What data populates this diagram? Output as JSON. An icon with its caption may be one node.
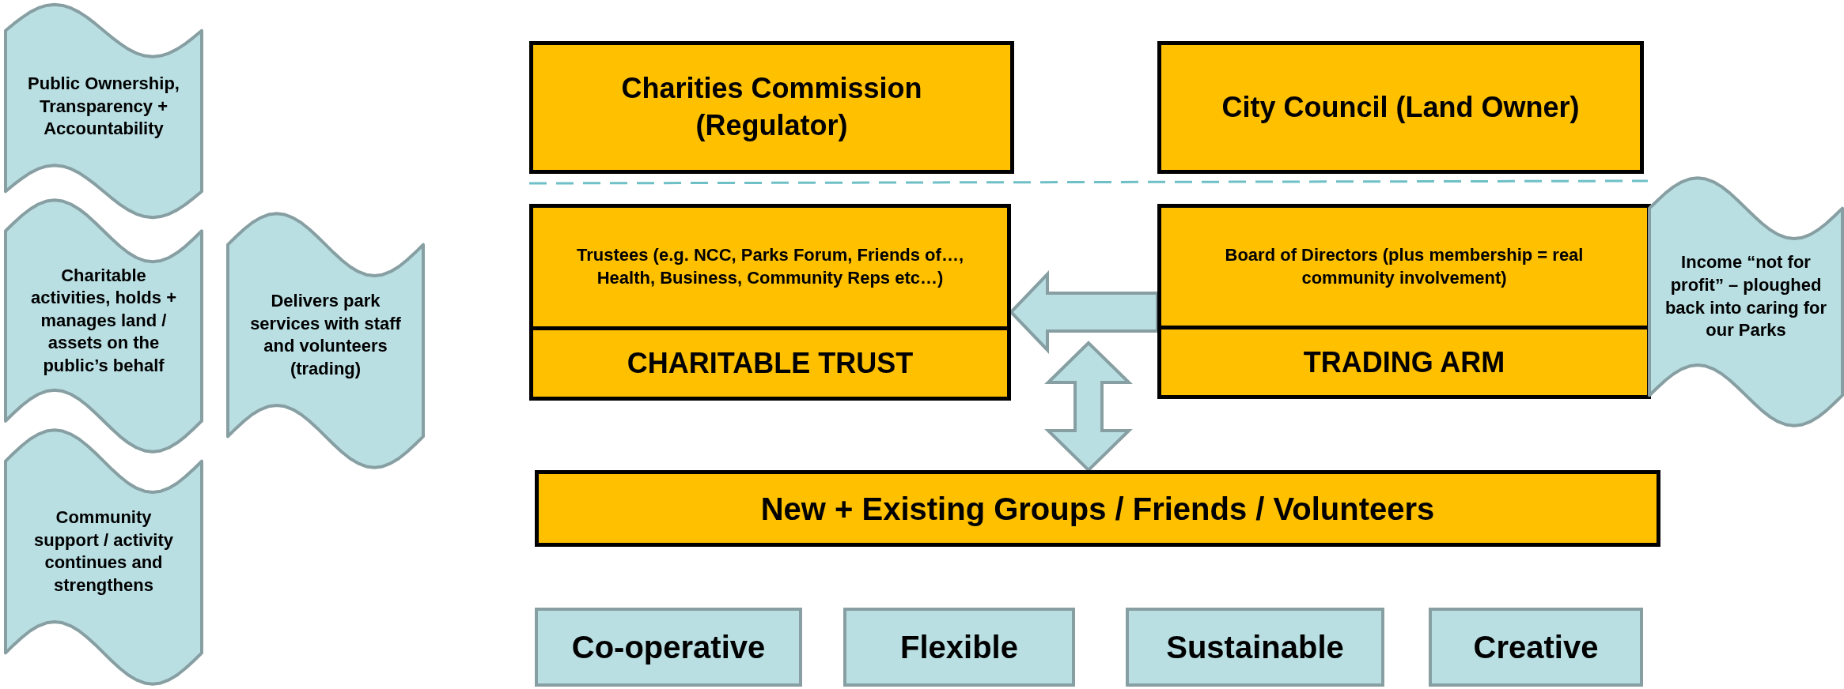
{
  "diagram": {
    "nodes": [
      {
        "text": [
          "Public Ownership, Transparency + Accountability"
        ]
      },
      {
        "text": [
          "Charitable activities, holds + manages land / assets on the public’s behalf"
        ]
      },
      {
        "text": [
          "Delivers park services with staff and volunteers (trading)"
        ]
      },
      {
        "text": [
          "Community support / activity continues and strengthens"
        ]
      },
      {
        "text": [
          "Charities Commission (Regulator)"
        ]
      },
      {
        "text": [
          "City Council (Land Owner)"
        ]
      },
      {
        "text": [
          "Trustees (e.g. NCC, Parks Forum, Friends of…, Health, Business, Community Reps etc…)",
          "CHARITABLE TRUST"
        ]
      },
      {
        "text": [
          "Board of Directors (plus membership = real community involvement)",
          "TRADING ARM"
        ]
      },
      {
        "text": [
          "Income “not for profit” – ploughed back into caring for our Parks"
        ]
      },
      {
        "text": [
          "New + Existing Groups / Friends / Volunteers"
        ]
      },
      {
        "text": [
          "Co-operative"
        ]
      },
      {
        "text": [
          "Flexible"
        ]
      },
      {
        "text": [
          "Sustainable"
        ]
      },
      {
        "text": [
          "Creative"
        ]
      }
    ],
    "edges": [
      {
        "from": 7,
        "to": 6,
        "arrow": "to"
      },
      {
        "from": null,
        "to": 9,
        "arrow": "both"
      }
    ]
  }
}
